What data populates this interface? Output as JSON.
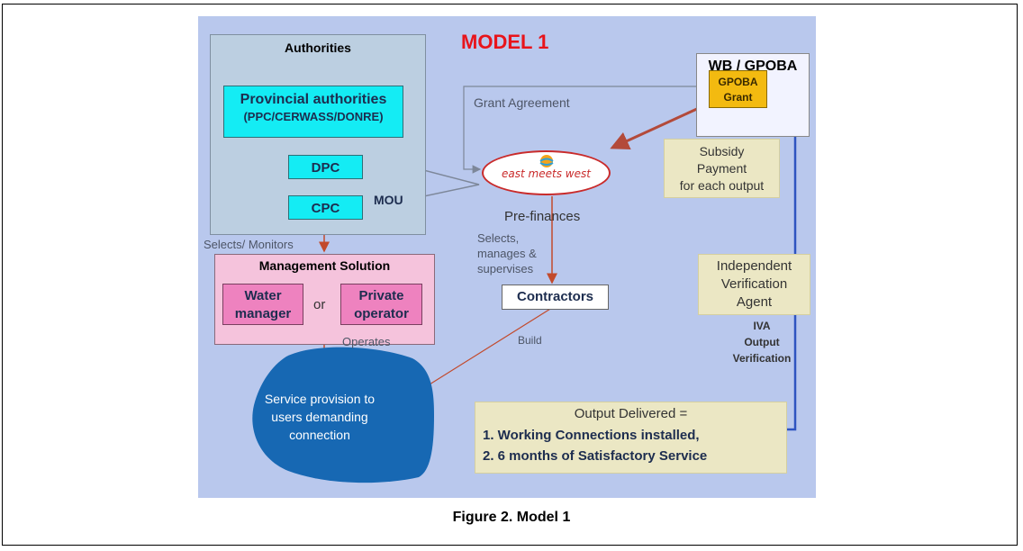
{
  "diagram": {
    "title": "MODEL 1",
    "authorities": {
      "title": "Authorities",
      "provincial_line1": "Provincial authorities",
      "provincial_line2": "(PPC/CERWASS/DONRE)",
      "dpc": "DPC",
      "cpc": "CPC"
    },
    "mou_label": "MOU",
    "selects_monitors": "Selects/ Monitors",
    "management": {
      "title": "Management Solution",
      "water_manager_line1": "Water",
      "water_manager_line2": "manager",
      "or": "or",
      "private_operator_line1": "Private",
      "private_operator_line2": "operator"
    },
    "operates": "Operates",
    "service_blob": {
      "line1": "Service provision to",
      "line2": "users demanding",
      "line3": "connection"
    },
    "wb": {
      "title": "WB / GPOBA",
      "gpoba_line1": "GPOBA",
      "gpoba_line2": "Grant"
    },
    "grant_agreement": "Grant  Agreement",
    "emw_logo_text": "east meets west",
    "subsidy": {
      "line1": "Subsidy",
      "line2": "Payment",
      "line3": "for each output"
    },
    "pre_finances": "Pre-finances",
    "selects_manages": {
      "line1": "Selects,",
      "line2": "manages &",
      "line3": "supervises"
    },
    "contractors": "Contractors",
    "build": "Build",
    "iva": {
      "line1": "Independent",
      "line2": "Verification",
      "line3": "Agent",
      "out1": "IVA",
      "out2": "Output",
      "out3": "Verification"
    },
    "output": {
      "title": "Output Delivered =",
      "item1": "1.  Working Connections installed,",
      "item2": "2.  6 months of Satisfactory Service"
    },
    "colors": {
      "slide_bg": "#b9c8ed",
      "title_red": "#e8141b",
      "cyan_box": "#14ecf4",
      "pink_box": "#ee82bf",
      "blob_blue": "#1768b3",
      "arrow_red": "#c24a2c",
      "arrow_blue": "#2e54c0",
      "gpoba_orange": "#f3ba10"
    }
  },
  "caption": "Figure 2. Model 1"
}
